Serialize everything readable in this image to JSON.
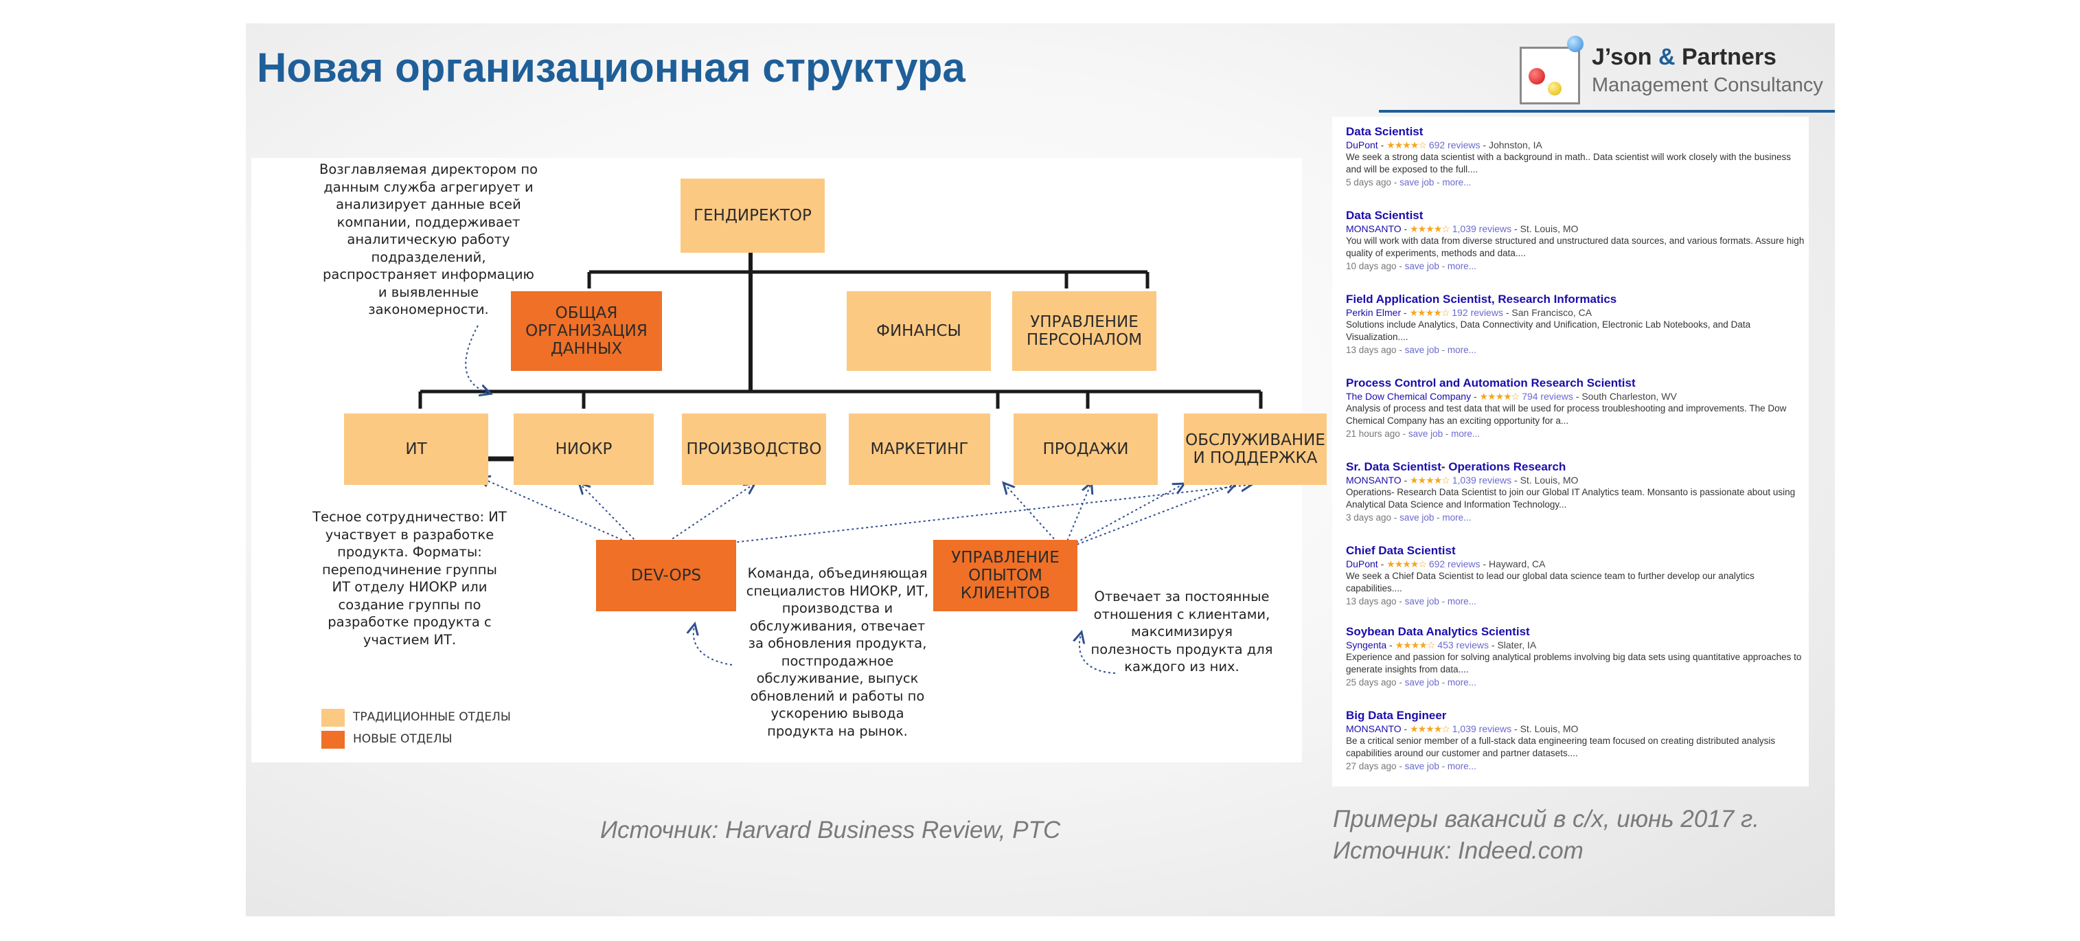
{
  "title": "Новая организационная структура",
  "logo": {
    "name_part1": "J’son ",
    "name_amp": "&",
    "name_part2": " Partners",
    "subtitle": "Management Consultancy"
  },
  "colors": {
    "traditional": "#fcc982",
    "new": "#ef7026",
    "title": "#1f5f99"
  },
  "org": {
    "ceo": "ГЕНДИРЕКТОР",
    "data_org": "ОБЩАЯ ОРГАНИЗАЦИЯ ДАННЫХ",
    "finance": "ФИНАНСЫ",
    "hr": "УПРАВЛЕНИЕ ПЕРСОНАЛОМ",
    "it": "ИТ",
    "rnd": "НИОКР",
    "production": "ПРОИЗВОДСТВО",
    "marketing": "МАРКЕТИНГ",
    "sales": "ПРОДАЖИ",
    "service": "ОБСЛУЖИВАНИЕ И ПОДДЕРЖКА",
    "devops": "DEV-OPS",
    "cx": "УПРАВЛЕНИЕ ОПЫТОМ КЛИЕНТОВ"
  },
  "notes": {
    "data_service": "Возглавляемая директором по данным служба агрегирует и анализирует данные всей компании, поддерживает аналитическую работу подразделений, распространяет информацию и выявленные закономерности.",
    "it_rnd": "Тесное сотрудничество: ИТ участвует в разработке продукта. Форматы: переподчинение группы ИТ отделу НИОКР или создание группы по разработке продукта с участием ИТ.",
    "devops": "Команда, объединяющая специалистов НИОКР, ИТ, производства и обслуживания, отвечает за обновления продукта, постпродажное обслуживание, выпуск обновлений и работы по ускорению вывода продукта на рынок.",
    "cx": "Отвечает за постоянные отношения с клиентами, максимизируя полезность продукта для каждого из них."
  },
  "legend": {
    "traditional": "ТРАДИЦИОННЫЕ ОТДЕЛЫ",
    "new": "НОВЫЕ ОТДЕЛЫ"
  },
  "jobs": [
    {
      "title": "Data Scientist",
      "company": "DuPont",
      "stars": "★★★★☆",
      "reviews": "692 reviews",
      "location": "Johnston, IA",
      "desc": "We seek a strong data scientist with a background in math.. Data scientist will work closely with the business and will be exposed to the full....",
      "age": "5 days ago",
      "save": "save job",
      "more": "more..."
    },
    {
      "title": "Data Scientist",
      "company": "MONSANTO",
      "stars": "★★★★☆",
      "reviews": "1,039 reviews",
      "location": "St. Louis, MO",
      "desc": "You will work with data from diverse structured and unstructured data sources, and various formats. Assure high quality of experiments, methods and data....",
      "age": "10 days ago",
      "save": "save job",
      "more": "more..."
    },
    {
      "title": "Field Application Scientist, Research Informatics",
      "company": "Perkin Elmer",
      "stars": "★★★★☆",
      "reviews": "192 reviews",
      "location": "San Francisco, CA",
      "desc": "Solutions include Analytics, Data Connectivity and Unification, Electronic Lab Notebooks, and Data Visualization....",
      "age": "13 days ago",
      "save": "save job",
      "more": "more..."
    },
    {
      "title": "Process Control and Automation Research Scientist",
      "company": "The Dow Chemical Company",
      "stars": "★★★★☆",
      "reviews": "794 reviews",
      "location": "South Charleston, WV",
      "desc": "Analysis of process and test data that will be used for process troubleshooting and improvements. The Dow Chemical Company has an exciting opportunity for a...",
      "age": "21 hours ago",
      "save": "save job",
      "more": "more..."
    },
    {
      "title": "Sr. Data Scientist- Operations Research",
      "company": "MONSANTO",
      "stars": "★★★★☆",
      "reviews": "1,039 reviews",
      "location": "St. Louis, MO",
      "desc": "Operations- Research Data Scientist to join our Global IT Analytics team. Monsanto is passionate about using Analytical Data Science and Information Technology...",
      "age": "3 days ago",
      "save": "save job",
      "more": "more..."
    },
    {
      "title": "Chief Data Scientist",
      "company": "DuPont",
      "stars": "★★★★☆",
      "reviews": "692 reviews",
      "location": "Hayward, CA",
      "desc": "We seek a Chief Data Scientist to lead our global data science team to further develop our analytics capabilities....",
      "age": "13 days ago",
      "save": "save job",
      "more": "more..."
    },
    {
      "title": "Soybean Data Analytics Scientist",
      "company": "Syngenta",
      "stars": "★★★★☆",
      "reviews": "453 reviews",
      "location": "Slater, IA",
      "desc": "Experience and passion for solving analytical problems involving big data sets using quantitative approaches to generate insights from data....",
      "age": "25 days ago",
      "save": "save job",
      "more": "more..."
    },
    {
      "title": "Big Data Engineer",
      "company": "MONSANTO",
      "stars": "★★★★☆",
      "reviews": "1,039 reviews",
      "location": "St. Louis, MO",
      "desc": "Be a critical senior member of a full-stack data engineering team focused on creating distributed analysis capabilities around our customer and partner datasets....",
      "age": "27 days ago",
      "save": "save job",
      "more": "more..."
    }
  ],
  "source_left": "Источник: Harvard Business Review, PTC",
  "source_right_1": "Примеры вакансий в с/х, июнь 2017 г.",
  "source_right_2": "Источник: Indeed.com"
}
